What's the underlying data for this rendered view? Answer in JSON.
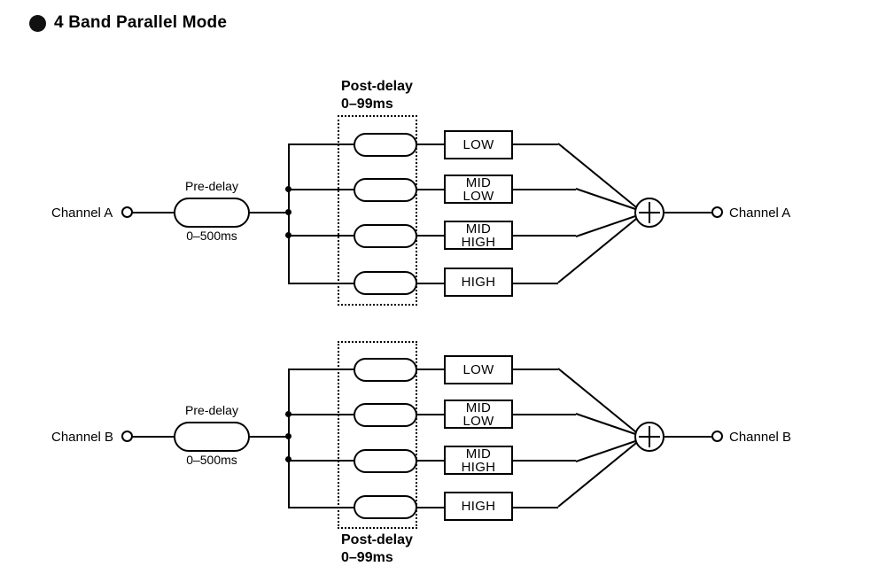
{
  "page": {
    "title": "4 Band Parallel Mode",
    "bullet_icon": "filled-circle-bullet"
  },
  "labels": {
    "pre_delay_name": "Pre-delay",
    "pre_delay_range": "0–500ms",
    "post_delay_name": "Post-delay",
    "post_delay_range": "0–99ms"
  },
  "bands": [
    {
      "id": "low",
      "line1": "LOW",
      "line2": ""
    },
    {
      "id": "mid-low",
      "line1": "MID",
      "line2": "LOW"
    },
    {
      "id": "mid-high",
      "line1": "MID",
      "line2": "HIGH"
    },
    {
      "id": "high",
      "line1": "HIGH",
      "line2": ""
    }
  ],
  "channels": [
    {
      "id": "a",
      "input_label": "Channel A",
      "output_label": "Channel A",
      "sum_symbol": "plus-circle"
    },
    {
      "id": "b",
      "input_label": "Channel B",
      "output_label": "Channel B",
      "sum_symbol": "plus-circle"
    }
  ]
}
